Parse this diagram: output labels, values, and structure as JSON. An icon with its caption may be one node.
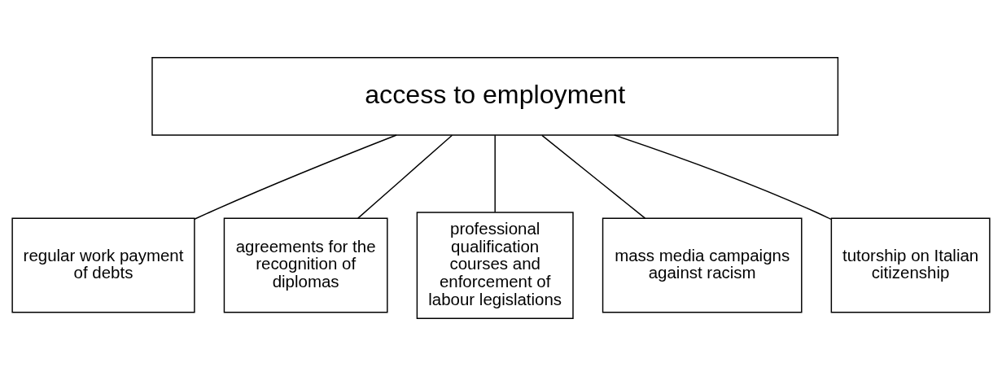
{
  "diagram": {
    "nodes": [
      {
        "text": [
          "access to employment"
        ]
      },
      {
        "text": [
          "regular work payment of debts"
        ]
      },
      {
        "text": [
          "agreements for the recognition of diplomas"
        ]
      },
      {
        "text": [
          "professional qualification courses and enforcement of labour legislations"
        ]
      },
      {
        "text": [
          "mass media campaigns against racism"
        ]
      },
      {
        "text": [
          "tutorship on Italian citizenship"
        ]
      }
    ],
    "edges": [
      {
        "from": 0,
        "to": 1,
        "arrow": "none"
      },
      {
        "from": 0,
        "to": 2,
        "arrow": "none"
      },
      {
        "from": 0,
        "to": 3,
        "arrow": "none"
      },
      {
        "from": 0,
        "to": 4,
        "arrow": "none"
      },
      {
        "from": 0,
        "to": 5,
        "arrow": "none"
      }
    ]
  }
}
